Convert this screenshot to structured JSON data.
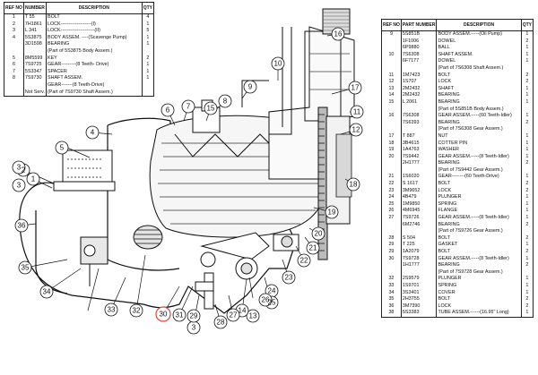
{
  "left_table": {
    "headers": [
      "REF NO",
      "NUMBER",
      "DESCRIPTION",
      "QTY"
    ],
    "rows": [
      [
        "1",
        "T 55",
        "BOLT",
        "4"
      ],
      [
        "2",
        "7H1861",
        "LOCK-------------------(I)",
        "1"
      ],
      [
        "3",
        "L 341",
        "LOCK---------------------(II)",
        "5"
      ],
      [
        "4",
        "5S3875",
        "BODY ASSEM. ----(Scavenge Pump)",
        "1"
      ],
      [
        "",
        "3D1598",
        "BEARING",
        "1"
      ],
      [
        "",
        "",
        "(Part of 5S3875 Body Assem.)",
        ""
      ],
      [
        "5",
        "8M5599",
        "KEY",
        "2"
      ],
      [
        "6",
        "7S9725",
        "GEAR---------(8 Teeth- Drive)",
        "1"
      ],
      [
        "7",
        "5S3347",
        "SPACER",
        "1"
      ],
      [
        "8",
        "7S9730",
        "SHAFT ASSEM.",
        "1"
      ],
      [
        "",
        "",
        "GEAR-------(8 Teeth-Drive)",
        ""
      ],
      [
        "",
        "Not Serv.",
        "(Part of 7S9730 Shaft Assem.)",
        ""
      ]
    ]
  },
  "right_table": {
    "headers": [
      "REF NO",
      "PART NUMBER",
      "DESCRIPTION",
      "QTY"
    ],
    "rows": [
      [
        "9",
        "5S851B",
        "BODY ASSEM.-----(Oil Pump)",
        "1"
      ],
      [
        "",
        "1F1006",
        "DOWEL",
        "2"
      ],
      [
        "",
        "6P9880",
        "BALL",
        "1"
      ],
      [
        "10",
        "7S6308",
        "SHAFT ASSEM.",
        "1"
      ],
      [
        "",
        "6F7177",
        "DOWEL",
        "1"
      ],
      [
        "",
        "",
        "(Part of 7S6308 Shaft Assem.)",
        ""
      ],
      [
        "11",
        "1M7423",
        "BOLT",
        "2"
      ],
      [
        "12",
        "1S707",
        "LOCK",
        "2"
      ],
      [
        "13",
        "2M2432",
        "SHAFT",
        "1"
      ],
      [
        "14",
        "2M2432",
        "BEARING",
        "1"
      ],
      [
        "15",
        "L 2061",
        "BEARING",
        "1"
      ],
      [
        "",
        "",
        "(Part of 5S851B Body Assem.)",
        ""
      ],
      [
        "16",
        "7S6308",
        "GEAR ASSEM.-----(60 Teeth-Idler)",
        "1"
      ],
      [
        "",
        "7S6393",
        "BEARING",
        "2"
      ],
      [
        "",
        "",
        "(Part of 7S6308 Gear Assem.)",
        ""
      ],
      [
        "17",
        "T 887",
        "NUT",
        "1"
      ],
      [
        "18",
        "3B4615",
        "COTTER PIN",
        "1"
      ],
      [
        "19",
        "1A4763",
        "WASHER",
        "1"
      ],
      [
        "20",
        "7S9442",
        "GEAR ASSEM.-----(8 Teeth-Idler)",
        "1"
      ],
      [
        "",
        "2H1777",
        "BEARING",
        "2"
      ],
      [
        "",
        "",
        "(Part of 7S9442 Gear Assem.)",
        ""
      ],
      [
        "21",
        "1S6020",
        "GEAR--------(60 Teeth-Drive)",
        "1"
      ],
      [
        "22",
        "S 1617",
        "BOLT",
        "2"
      ],
      [
        "23",
        "3M9652",
        "LOCK",
        "2"
      ],
      [
        "24",
        "4B479",
        "PLUNGER",
        "1"
      ],
      [
        "25",
        "1M9850",
        "SPRING",
        "1"
      ],
      [
        "26",
        "4M6945",
        "FLANGE",
        "1"
      ],
      [
        "27",
        "7S9726",
        "GEAR ASSEM.-----(8 Teeth-Idler)",
        "1"
      ],
      [
        "",
        "6M2746",
        "BEARING",
        "2"
      ],
      [
        "",
        "",
        "(Part of 7S9726 Gear Assem.)",
        ""
      ],
      [
        "28",
        "S 504",
        "BOLT",
        "2"
      ],
      [
        "29",
        "T 225",
        "GASKET",
        "1"
      ],
      [
        "29",
        "1A2079",
        "BOLT",
        "2"
      ],
      [
        "30",
        "7S9728",
        "GEAR ASSEM.-----(8 Teeth-Idler)",
        "1"
      ],
      [
        "",
        "1H1777",
        "BEARING",
        "2"
      ],
      [
        "",
        "",
        "(Part of 7S9728 Gear Assem.)",
        ""
      ],
      [
        "32",
        "2S9579",
        "PLUNGER",
        "1"
      ],
      [
        "33",
        "1S9701",
        "SPRING",
        "1"
      ],
      [
        "34",
        "3S3401",
        "COVER",
        "1"
      ],
      [
        "35",
        "2H3755",
        "BOLT",
        "2"
      ],
      [
        "36",
        "3M7390",
        "LOCK",
        "2"
      ],
      [
        "38",
        "5S3383",
        "TUBE ASSEM.------(16.95\" Long)",
        "1"
      ]
    ]
  },
  "callouts": {
    "c1": "1",
    "c2": "2",
    "c3a": "3",
    "c3b": "3",
    "c3c": "3",
    "c4": "4",
    "c5": "5",
    "c6": "6",
    "c7": "7",
    "c8": "8",
    "c9": "9",
    "c10": "10",
    "c11": "11",
    "c12": "12",
    "c13": "13",
    "c14": "14",
    "c15": "15",
    "c16": "16",
    "c17": "17",
    "c18": "18",
    "c19": "19",
    "c20": "20",
    "c21": "21",
    "c22": "22",
    "c23": "23",
    "c24": "24",
    "c25": "25",
    "c26": "26",
    "c27": "27",
    "c28": "28",
    "c29": "29",
    "c30": "30",
    "c31": "31",
    "c32": "32",
    "c33": "33",
    "c34": "34",
    "c35": "35",
    "c36": "36"
  },
  "highlight_color": "#e0473c"
}
